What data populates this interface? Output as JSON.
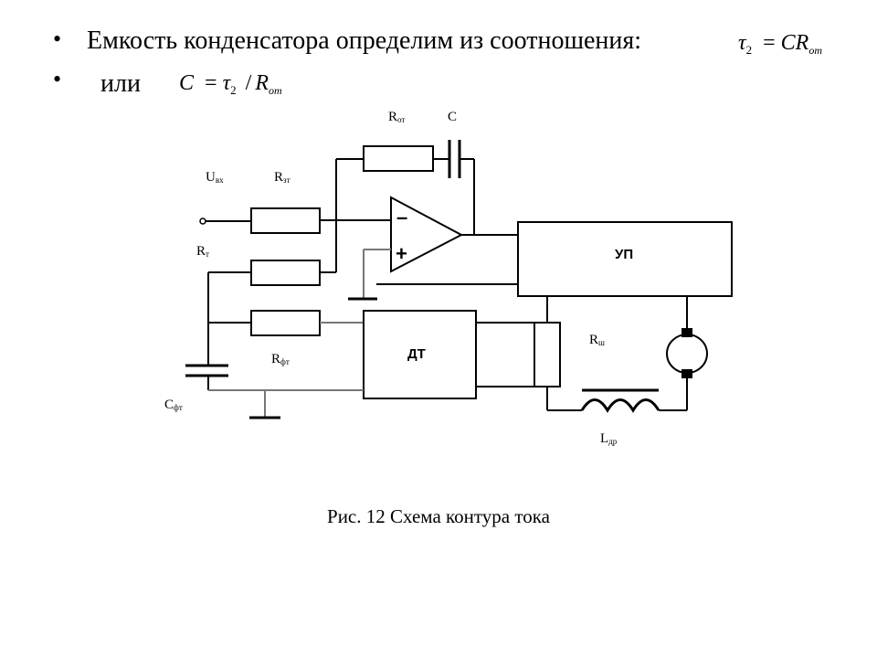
{
  "bullets": [
    {
      "text": "Емкость конденсатора определим из соотношения:",
      "formula": {
        "lhs": "τ",
        "lhs_sub": "2",
        "op": "=",
        "rhs": "CR",
        "rhs_sub": "от"
      }
    },
    {
      "text": "или",
      "formula": {
        "lhs": "C",
        "op": "=",
        "mid": "τ",
        "mid_sub": "2",
        "slash": "/",
        "rhs": "R",
        "rhs_sub": "от"
      }
    }
  ],
  "diagram": {
    "labels": {
      "r_ot": "R",
      "r_ot_sub": "от",
      "c": "C",
      "u_vh": "U",
      "u_vh_sub": "вх",
      "r_zt": "R",
      "r_zt_sub": "зт",
      "r_t": "R",
      "r_t_sub": "т",
      "r_ft": "R",
      "r_ft_sub": "фт",
      "c_ft": "C",
      "c_ft_sub": "фт",
      "r_sh": "R",
      "r_sh_sub": "ш",
      "l_dr": "L",
      "l_dr_sub": "др",
      "minus": "–",
      "plus": "+"
    },
    "blocks": {
      "up": "УП",
      "dt": "ДТ"
    }
  },
  "caption": "Рис. 12 Схема контура тока"
}
